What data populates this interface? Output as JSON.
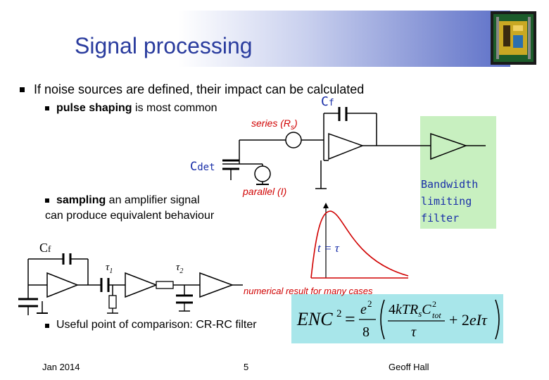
{
  "title": "Signal processing",
  "bullets": {
    "main": "If noise sources are defined, their impact can be calculated",
    "pulse_bold": "pulse shaping",
    "pulse_rest": " is most common",
    "sampling_bold": "sampling",
    "sampling_rest": " an amplifier signal",
    "sampling_line2": "can produce equivalent behaviour",
    "useful": "Useful point of comparison:  CR-RC filter"
  },
  "diagram": {
    "cf_label": "C",
    "cf_sub": "f",
    "cdet_label": "C",
    "cdet_sub": "det",
    "series_label": "series (R",
    "series_sub": "s",
    "series_close": ")",
    "parallel_label": "parallel (I)",
    "bandwidth_label": "Bandwidth\nlimiting\nfilter",
    "t_eq_tau": "t = τ",
    "numerical": "numerical result for many cases",
    "cf2_label": "C",
    "cf2_sub": "f",
    "tau1": "τ",
    "tau1_sub": "1",
    "tau2": "τ",
    "tau2_sub": "2"
  },
  "formula": {
    "lhs": "ENC",
    "text": "ENC² = (e²/8)(4kTRsC²tot/τ + 2eIτ)"
  },
  "footer": {
    "date": "Jan 2014",
    "page": "5",
    "author": "Geoff Hall"
  },
  "colors": {
    "title": "#2a3c9e",
    "annotation": "#d00000",
    "filter_text": "#1a2fa8",
    "filter_bg": "#c8f0c0",
    "formula_bg": "#a8e6ea"
  }
}
